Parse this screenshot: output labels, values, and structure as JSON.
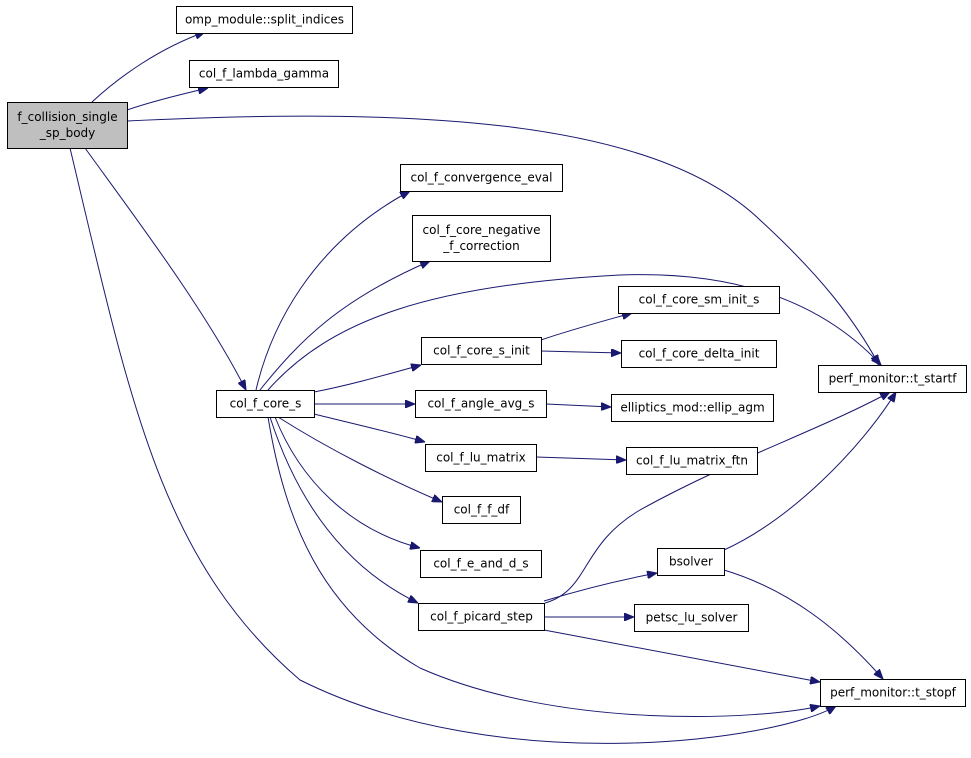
{
  "graph": {
    "nodes": [
      {
        "id": "root",
        "lines": [
          "f_collision_single",
          "_sp_body"
        ]
      },
      {
        "id": "split",
        "lines": [
          "omp_module::split_indices"
        ]
      },
      {
        "id": "lambda",
        "lines": [
          "col_f_lambda_gamma"
        ]
      },
      {
        "id": "conv",
        "lines": [
          "col_f_convergence_eval"
        ]
      },
      {
        "id": "negcorr",
        "lines": [
          "col_f_core_negative",
          "_f_correction"
        ]
      },
      {
        "id": "smins",
        "lines": [
          "col_f_core_sm_init_s"
        ]
      },
      {
        "id": "sinit",
        "lines": [
          "col_f_core_s_init"
        ]
      },
      {
        "id": "dinit",
        "lines": [
          "col_f_core_delta_init"
        ]
      },
      {
        "id": "startf",
        "lines": [
          "perf_monitor::t_startf"
        ]
      },
      {
        "id": "cores",
        "lines": [
          "col_f_core_s"
        ]
      },
      {
        "id": "angle",
        "lines": [
          "col_f_angle_avg_s"
        ]
      },
      {
        "id": "ellip",
        "lines": [
          "elliptics_mod::ellip_agm"
        ]
      },
      {
        "id": "lumat",
        "lines": [
          "col_f_lu_matrix"
        ]
      },
      {
        "id": "luftn",
        "lines": [
          "col_f_lu_matrix_ftn"
        ]
      },
      {
        "id": "ffdf",
        "lines": [
          "col_f_f_df"
        ]
      },
      {
        "id": "eands",
        "lines": [
          "col_f_e_and_d_s"
        ]
      },
      {
        "id": "bsolver",
        "lines": [
          "bsolver"
        ]
      },
      {
        "id": "picard",
        "lines": [
          "col_f_picard_step"
        ]
      },
      {
        "id": "petsc",
        "lines": [
          "petsc_lu_solver"
        ]
      },
      {
        "id": "stopf",
        "lines": [
          "perf_monitor::t_stopf"
        ]
      }
    ],
    "edges": [
      {
        "from": "root",
        "to": "split"
      },
      {
        "from": "root",
        "to": "lambda"
      },
      {
        "from": "root",
        "to": "startf"
      },
      {
        "from": "root",
        "to": "cores"
      },
      {
        "from": "root",
        "to": "stopf"
      },
      {
        "from": "cores",
        "to": "conv"
      },
      {
        "from": "cores",
        "to": "negcorr"
      },
      {
        "from": "cores",
        "to": "startf"
      },
      {
        "from": "cores",
        "to": "sinit"
      },
      {
        "from": "cores",
        "to": "angle"
      },
      {
        "from": "cores",
        "to": "lumat"
      },
      {
        "from": "cores",
        "to": "ffdf"
      },
      {
        "from": "cores",
        "to": "eands"
      },
      {
        "from": "cores",
        "to": "picard"
      },
      {
        "from": "cores",
        "to": "stopf"
      },
      {
        "from": "sinit",
        "to": "smins"
      },
      {
        "from": "sinit",
        "to": "dinit"
      },
      {
        "from": "angle",
        "to": "ellip"
      },
      {
        "from": "lumat",
        "to": "luftn"
      },
      {
        "from": "picard",
        "to": "startf"
      },
      {
        "from": "picard",
        "to": "bsolver"
      },
      {
        "from": "picard",
        "to": "petsc"
      },
      {
        "from": "picard",
        "to": "stopf"
      },
      {
        "from": "bsolver",
        "to": "startf"
      },
      {
        "from": "bsolver",
        "to": "stopf"
      }
    ]
  }
}
